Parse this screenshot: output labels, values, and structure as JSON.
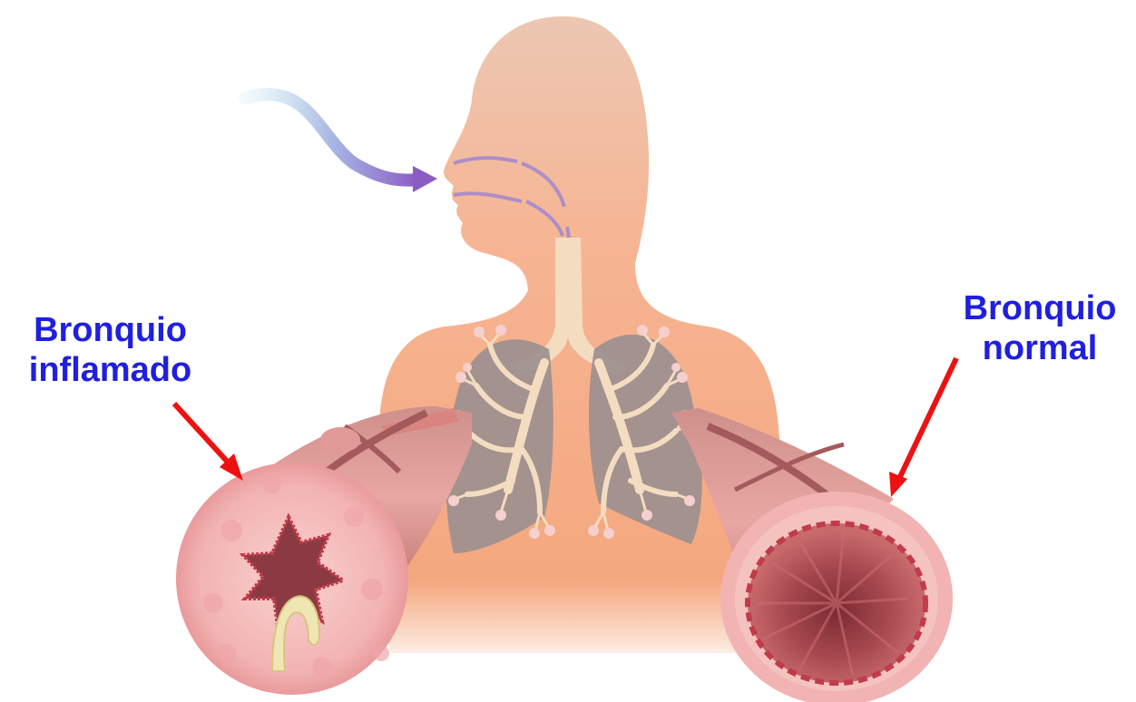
{
  "labels": {
    "inflamed_line1": "Bronquio",
    "inflamed_line2": "inflamado",
    "normal_line1": "Bronquio",
    "normal_line2": "normal",
    "color": "#1f1fe0"
  },
  "colors": {
    "arrow": "#ee1111",
    "body": "#f5ad88",
    "lung": "#9a8f8f",
    "airway_tree": "#f4dcc0",
    "bronchus_wall": "#f2b3b3",
    "bronchus_lumen": "#a84a50",
    "mucus": "#efe6b3",
    "airflow": "#8a62c4"
  },
  "icons": {
    "airflow": "airflow-arrow-icon",
    "pointer_left": "red-arrow-icon",
    "pointer_right": "red-arrow-icon"
  }
}
